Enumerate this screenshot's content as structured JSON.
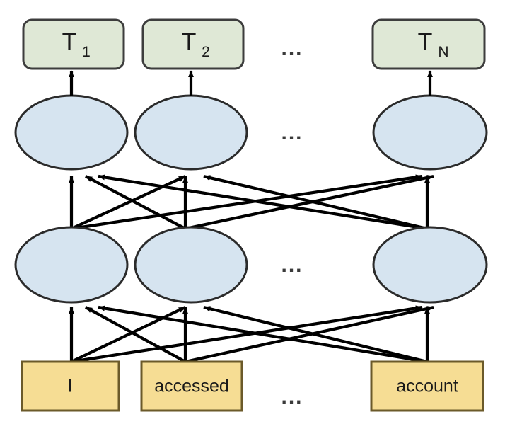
{
  "diagram": {
    "type": "neural-network-architecture",
    "title": "",
    "colors": {
      "output_box_fill": "#dfe8d6",
      "output_box_stroke": "#3d3d3d",
      "hidden_node_fill": "#d6e4f0",
      "hidden_node_stroke": "#2b2b2b",
      "input_box_fill": "#f6dd94",
      "input_box_stroke": "#6b5a2a",
      "arrow_color": "#000000",
      "background": "#ffffff",
      "ellipsis_color": "#3a3a3a"
    },
    "layers": [
      {
        "id": "output-layer",
        "name": "output-tokens",
        "shape": "rounded-rect",
        "nodes": [
          {
            "id": "out-1",
            "label": "T",
            "subscript": "1"
          },
          {
            "id": "out-2",
            "label": "T",
            "subscript": "2"
          },
          {
            "id": "out-n",
            "label": "T",
            "subscript": "N"
          }
        ],
        "ellipsis": "..."
      },
      {
        "id": "hidden-layer-2",
        "name": "transformer-layer-2",
        "shape": "ellipse",
        "nodes": [
          {
            "id": "h2-1",
            "label": ""
          },
          {
            "id": "h2-2",
            "label": ""
          },
          {
            "id": "h2-n",
            "label": ""
          }
        ],
        "ellipsis": "..."
      },
      {
        "id": "hidden-layer-1",
        "name": "transformer-layer-1",
        "shape": "ellipse",
        "nodes": [
          {
            "id": "h1-1",
            "label": ""
          },
          {
            "id": "h1-2",
            "label": ""
          },
          {
            "id": "h1-n",
            "label": ""
          }
        ],
        "ellipsis": "..."
      },
      {
        "id": "input-layer",
        "name": "input-tokens",
        "shape": "rect",
        "nodes": [
          {
            "id": "in-1",
            "label": "I"
          },
          {
            "id": "in-2",
            "label": "accessed"
          },
          {
            "id": "in-n",
            "label": "account"
          }
        ],
        "ellipsis": "..."
      }
    ],
    "connectivity": [
      {
        "from": "input-layer",
        "to": "hidden-layer-1",
        "pattern": "fully-connected"
      },
      {
        "from": "hidden-layer-1",
        "to": "hidden-layer-2",
        "pattern": "fully-connected"
      },
      {
        "from": "hidden-layer-2",
        "to": "output-layer",
        "pattern": "one-to-one"
      }
    ],
    "ellipsis_glyph": "..."
  }
}
